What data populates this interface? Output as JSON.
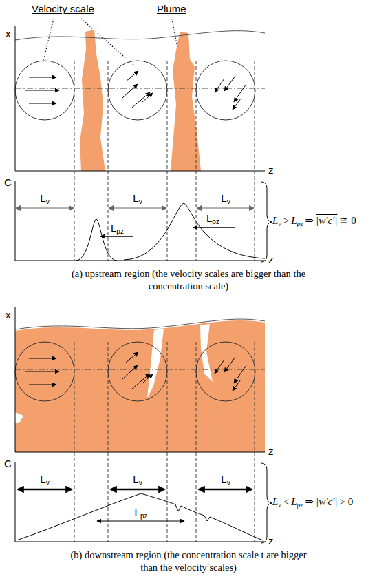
{
  "diagram": {
    "labels": [
      "Velocity scale",
      "Plume",
      "x",
      "z",
      "C",
      "Lv",
      "Lv",
      "Lv",
      "Lpz",
      "Lpz",
      "z",
      "Lv",
      ">",
      "Lpz",
      "⇒",
      "|w'c'|",
      "≅ 0",
      "(a) upstream region (the velocity scales are bigger than the concentration scale)",
      "x",
      "z",
      "C",
      "Lv",
      "Lv",
      "Lv",
      "Lpz",
      "z",
      "Lv",
      "<",
      "Lpz",
      "⇒",
      "|w'c'|",
      "> 0",
      "(b) downstream region (the concentration scale t are bigger than the velocity scales)"
    ]
  }
}
